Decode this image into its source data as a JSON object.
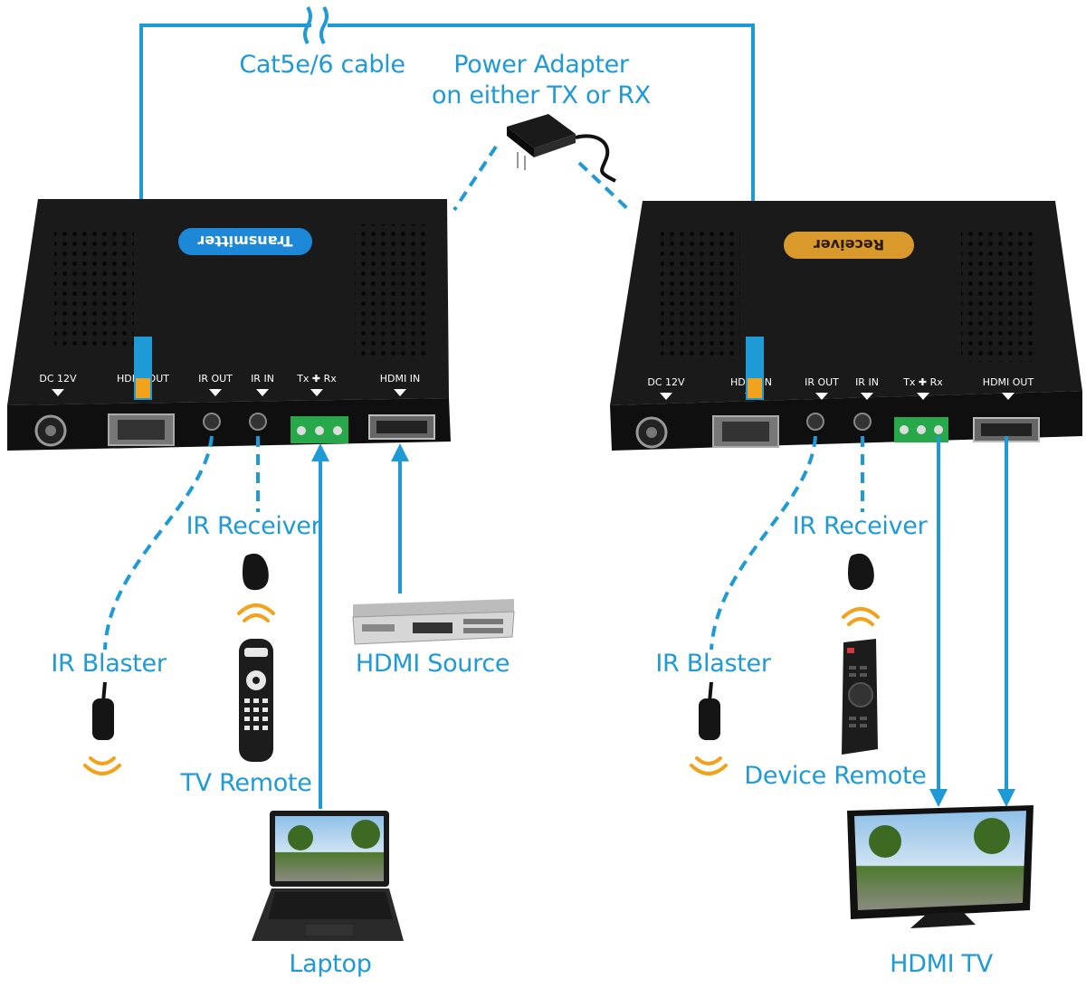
{
  "labels": {
    "cable": "Cat5e/6 cable",
    "power_line1": "Power Adapter",
    "power_line2": "on either TX or RX",
    "tx_ir_receiver": "IR Receiver",
    "tx_ir_blaster": "IR Blaster",
    "tx_tv_remote": "TV Remote",
    "hdmi_source": "HDMI Source",
    "laptop": "Laptop",
    "rx_ir_receiver": "IR Receiver",
    "rx_ir_blaster": "IR Blaster",
    "device_remote": "Device Remote",
    "hdmi_tv": "HDMI TV"
  },
  "transmitter": {
    "badge": "Transmitter",
    "ports": [
      "DC 12V",
      "HDBT OUT",
      "IR OUT",
      "IR IN",
      "Tx ✚ Rx",
      "HDMI IN"
    ]
  },
  "receiver": {
    "badge": "Receiver",
    "ports": [
      "DC 12V",
      "HDBT IN",
      "IR OUT",
      "IR IN",
      "Tx ✚ Rx",
      "HDMI OUT"
    ]
  },
  "colors": {
    "accent": "#1e9ad6",
    "device_body": "#141414",
    "tx_badge": "#1e88d8",
    "rx_badge": "#d99a2b",
    "ir_waves": "#f2a21c"
  }
}
